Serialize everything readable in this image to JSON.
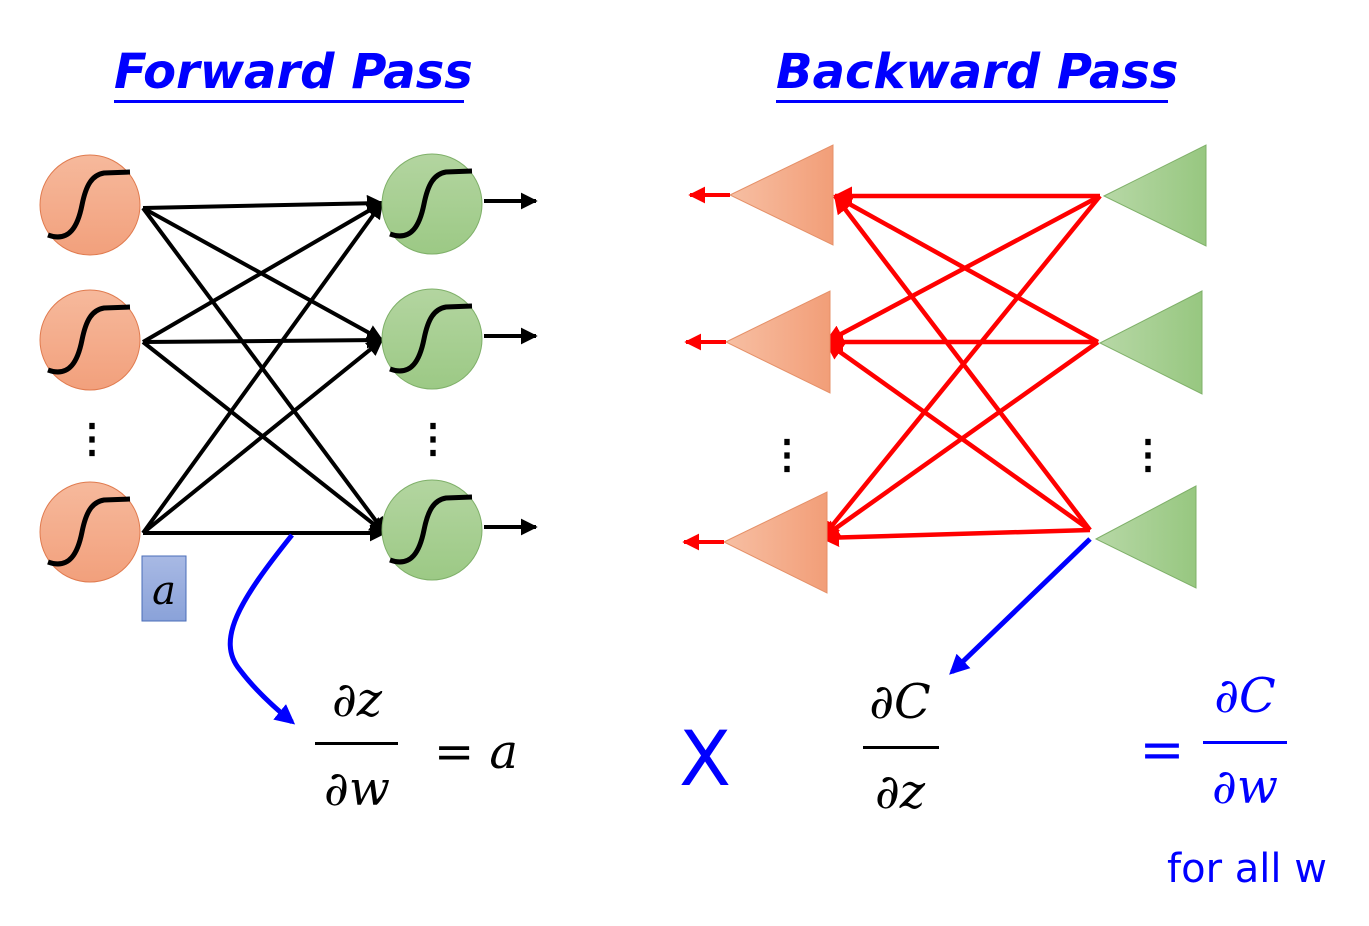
{
  "titles": {
    "forward": "Forward Pass",
    "backward": "Backward Pass"
  },
  "forward_pass": {
    "input_label": "a",
    "ellipsis": "⋮",
    "input_neurons": 3,
    "output_neurons": 3,
    "neuron_shape": "sigmoid-circle"
  },
  "backward_pass": {
    "ellipsis": "⋮",
    "input_units": 3,
    "output_units": 3,
    "unit_shape": "triangle"
  },
  "equations": {
    "forward": {
      "numerator": "∂z",
      "denominator": "∂w",
      "rhs": "= a"
    },
    "times": "X",
    "backward": {
      "numerator": "∂C",
      "denominator": "∂z"
    },
    "result": {
      "equals": "=",
      "numerator": "∂C",
      "denominator": "∂w",
      "note": "for all w"
    }
  },
  "colors": {
    "title": "#0000ff",
    "forward_edges": "#000000",
    "backward_edges": "#ff0000",
    "highlight_arrow": "#0000ff",
    "input_fill": "#f4a582",
    "output_fill": "#a2cc8a",
    "label_box": "#8fa6dc"
  }
}
